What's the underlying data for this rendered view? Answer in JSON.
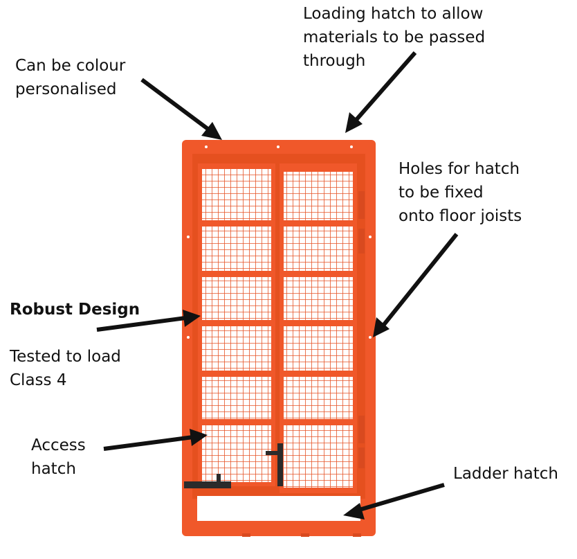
{
  "colors": {
    "hatch": "#f0582a",
    "hatch_dark": "#d94a1f",
    "mesh": "#e65326",
    "hardware": "#2b2b2b",
    "arrow": "#111111",
    "text": "#111111"
  },
  "labels": {
    "colour": "Can be colour\npersonalised",
    "loading": "Loading hatch to allow\nmaterials to be passed\nthrough",
    "holes": "Holes for hatch\nto be fixed\nonto floor joists",
    "robust_title": "Robust Design",
    "robust_body": "Tested to load\nClass 4",
    "access": "Access\nhatch",
    "ladder": "Ladder hatch"
  }
}
